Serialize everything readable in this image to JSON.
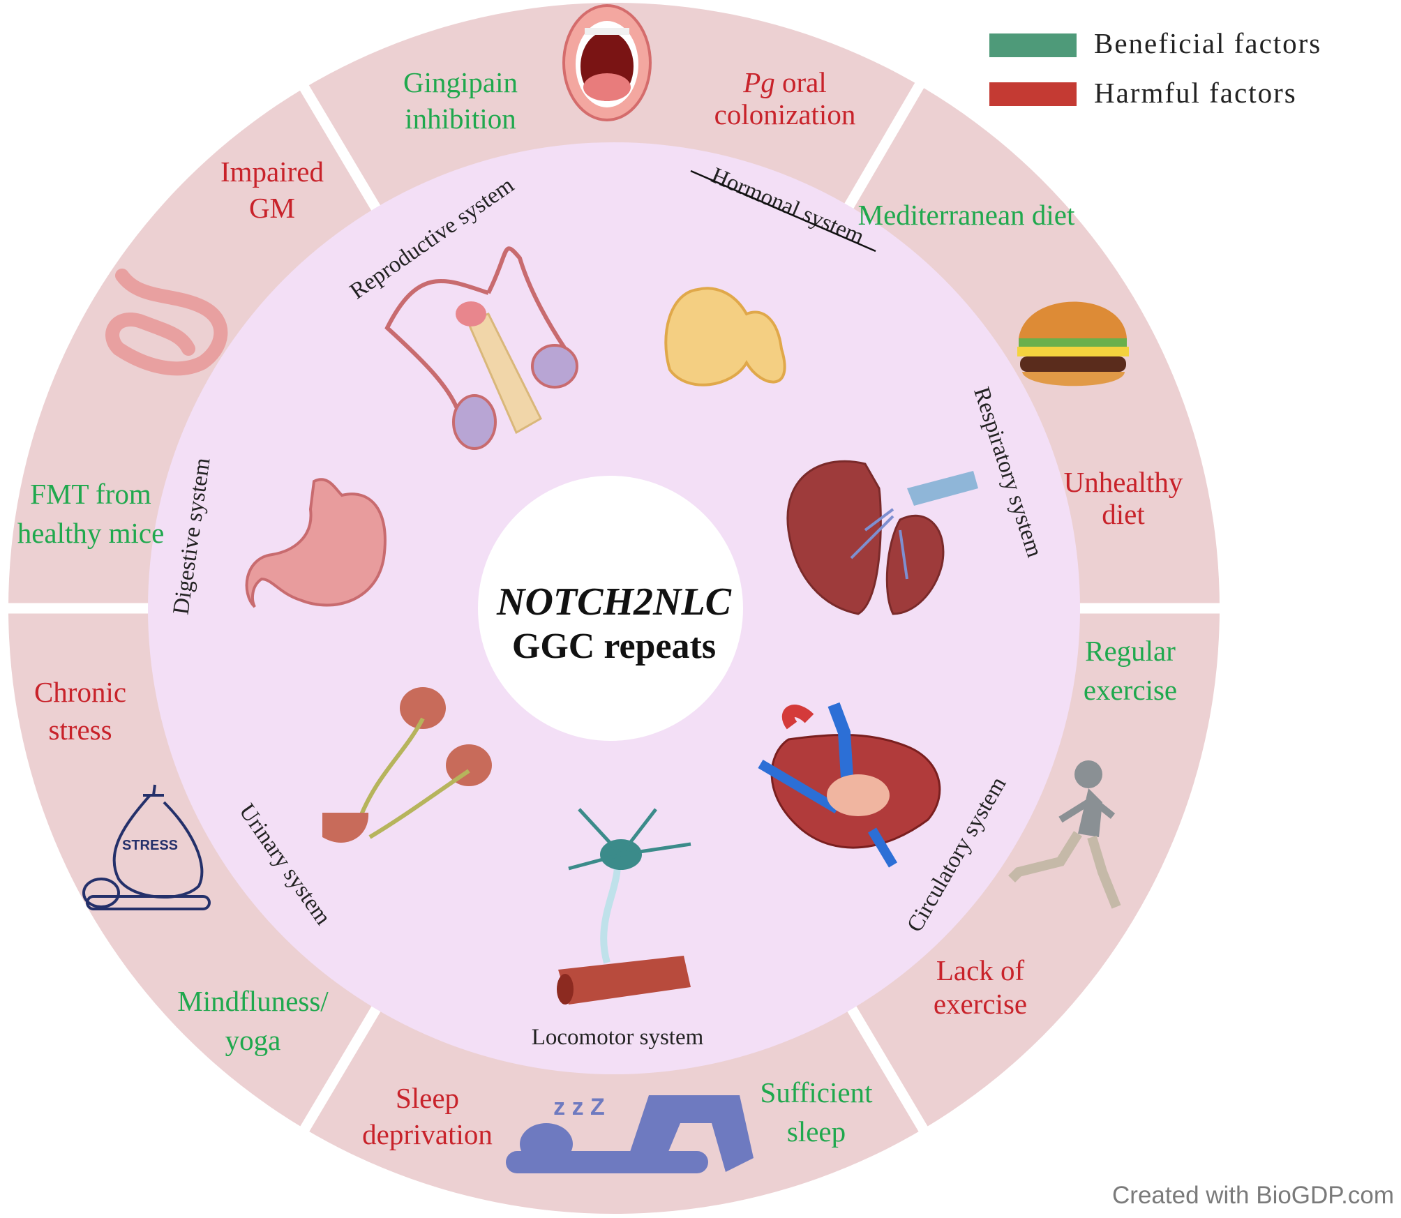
{
  "center": {
    "line1": "NOTCH2NLC",
    "line2": "GGC repeats"
  },
  "legend": {
    "beneficial_label": "Beneficial factors",
    "harmful_label": "Harmful factors",
    "beneficial_color": "#4e9a79",
    "harmful_color": "#c43a33"
  },
  "colors": {
    "outer_ring": "#ecd0d2",
    "inner_disc": "#f3dff6",
    "center_disc": "#ffffff",
    "beneficial_text": "#1fa84d",
    "harmful_text": "#c8222a"
  },
  "systems": {
    "reproductive": "Reproductive system",
    "hormonal": "Hormonal system",
    "respiratory": "Respiratory system",
    "circulatory": "Circulatory system",
    "locomotor": "Locomotor system",
    "urinary": "Urinary system",
    "digestive": "Digestive system"
  },
  "factors": {
    "gingipain_inhibition": "Gingipain inhibition",
    "pg_italic": "Pg",
    "pg_rest": " oral colonization",
    "mediterranean_diet": "Mediterranean diet",
    "unhealthy_diet": "Unhealthy diet",
    "regular_exercise": "Regular exercise",
    "lack_of_exercise": "Lack of exercise",
    "sufficient_sleep": "Sufficient sleep",
    "sleep_deprivation": "Sleep deprivation",
    "mindfulness_yoga": "Mindfluness/ yoga",
    "chronic_stress": "Chronic stress",
    "fmt_healthy_mice": "FMT from healthy mice",
    "impaired_gm": "Impaired GM"
  },
  "icons": {
    "stress_bag_text": "STRESS",
    "sleep_z": "z z Z"
  },
  "credit": "Created with BioGDP.com"
}
